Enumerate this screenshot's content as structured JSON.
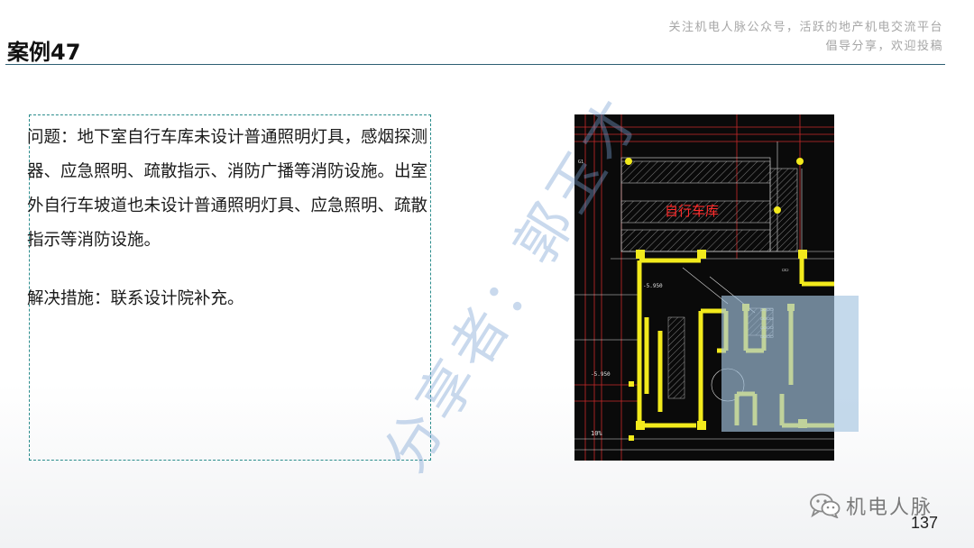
{
  "slide": {
    "title": "案例47",
    "header_note_line1": "关注机电人脉公众号，活跃的地产机电交流平台",
    "header_note_line2": "倡导分享，欢迎投稿",
    "problem_text": "问题：地下室自行车库未设计普通照明灯具，感烟探测器、应急照明、疏散指示、消防广播等消防设施。出室外自行车坡道也未设计普通照明灯具、应急照明、疏散指示等消防设施。",
    "solution_text": "解决措施：联系设计院补充。",
    "page_number": "137"
  },
  "drawing": {
    "room_label": "自行车库",
    "level_label_1": "-5.950",
    "level_label_2": "-5.950",
    "slope_label": "10%",
    "grid_label": "G1",
    "colors": {
      "background": "#0a0a0a",
      "walls": "#f2ea1c",
      "room_label": "#ff2a2a",
      "grid_red": "#d62b2b",
      "hatch": "#8a8a8a"
    }
  },
  "watermark": {
    "text": "分享者：郭玉才"
  },
  "brand": {
    "name": "机电人脉",
    "icon": "wechat-icon"
  }
}
